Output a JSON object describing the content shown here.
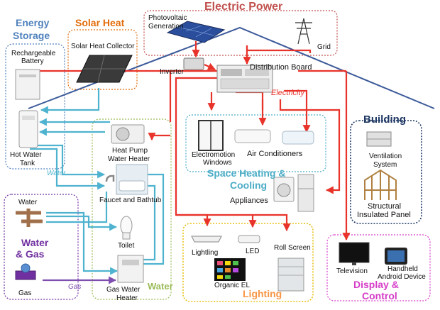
{
  "sections": {
    "electric_power": "Electric Power",
    "energy_storage_line1": "Energy",
    "energy_storage_line2": "Storage",
    "solar_heat": "Solar Heat",
    "building": "Building",
    "space_heating_line1": "Space Heating &",
    "space_heating_line2": "Cooling",
    "water_gas_line1": "Water",
    "water_gas_line2": "& Gas",
    "water_section": "Water",
    "lighting": "Lighting",
    "display_control_line1": "Display &",
    "display_control_line2": "Control"
  },
  "labels": {
    "photovoltaic_line1": "Photovoltaic",
    "photovoltaic_line2": "Generation",
    "grid": "Grid",
    "inverter": "Inverter",
    "distribution_board": "Distribution Board",
    "electricity": "Electricity",
    "rechargeable_line1": "Rechargeable",
    "rechargeable_line2": "Battery",
    "solar_heat_collector": "Solar Heat Collector",
    "hot_water_tank_line1": "Hot Water",
    "hot_water_tank_line2": "Tank",
    "heat_pump_line1": "Heat Pump",
    "heat_pump_line2": "Water Heater",
    "water_flow": "Water",
    "faucet_bathtub": "Faucet and Bathtub",
    "toilet": "Toilet",
    "water_source": "Water",
    "gas_source": "Gas",
    "gas_flow": "Gas",
    "gas_water_heater_line1": "Gas Water",
    "gas_water_heater_line2": "Heater",
    "electromotion_line1": "Electromotion",
    "electromotion_line2": "Windows",
    "air_conditioners": "Air Conditioners",
    "appliances": "Appliances",
    "lighting_item": "Lightling",
    "led": "LED",
    "roll_screen": "Roll Screen",
    "organic_el": "Organic EL",
    "television": "Television",
    "handheld_line1": "Handheld",
    "handheld_line2": "Android Device",
    "ventilation_line1": "Ventilation",
    "ventilation_line2": "System",
    "structural_line1": "Structural",
    "structural_line2": "Insulated Panel"
  },
  "icons": [
    "solar-panel-icon",
    "power-tower-icon",
    "inverter-icon",
    "distribution-board-icon",
    "battery-icon",
    "solar-collector-icon",
    "hot-water-tank-icon",
    "heat-pump-icon",
    "bathtub-icon",
    "faucet-icon",
    "toilet-icon",
    "water-pipes-icon",
    "gas-valve-icon",
    "gas-water-heater-icon",
    "window-icon",
    "air-conditioner-icon",
    "washing-machine-icon",
    "refrigerator-icon",
    "ceiling-light-icon",
    "led-lamp-icon",
    "roll-screen-icon",
    "organic-el-icon",
    "television-icon",
    "tablet-icon",
    "ventilation-icon",
    "house-frame-icon"
  ],
  "colors": {
    "electric_power": "#c0504d",
    "energy_storage": "#4f81bd",
    "solar_heat": "#e36c0a",
    "building": "#1f3864",
    "space_heating": "#4bacc6",
    "water_gas": "#7030a0",
    "water_section": "#9bbb59",
    "lighting": "#f79646",
    "display_control": "#d63cc8",
    "electric_line": "#e8332a",
    "water_line": "#4fb3cf",
    "gas_line": "#7f4fb0",
    "house_outline": "#3c5a9a"
  }
}
